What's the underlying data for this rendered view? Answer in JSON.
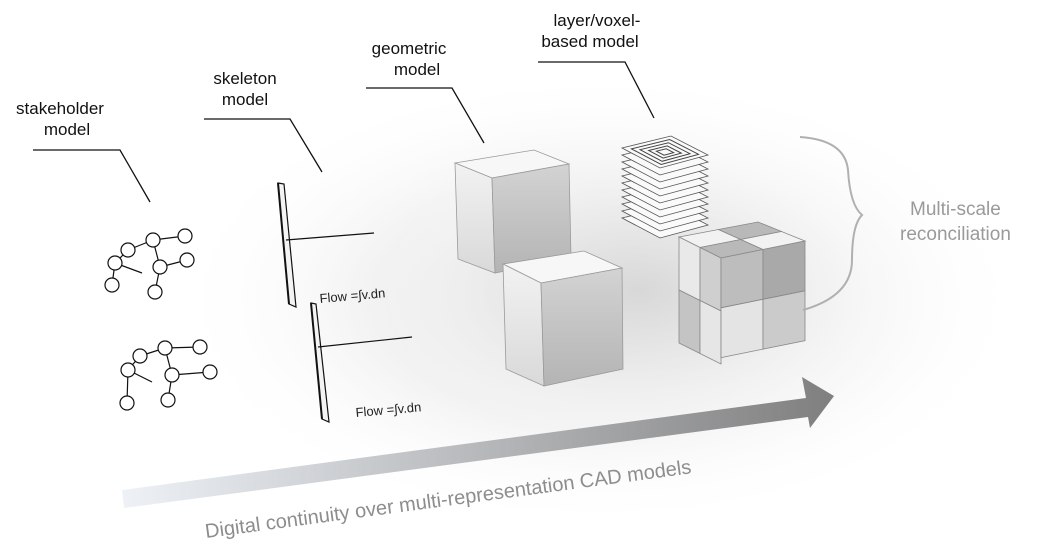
{
  "labels": {
    "stakeholder": [
      "stakeholder",
      "model"
    ],
    "skeleton": [
      "skeleton",
      "model"
    ],
    "geometric": [
      "geometric",
      "model"
    ],
    "layer": [
      "layer/voxel-",
      "based model"
    ]
  },
  "reconciliation": [
    "Multi-scale",
    "reconciliation"
  ],
  "formulas": [
    "Flow =∫v.dn",
    "Flow =∫v.dn"
  ],
  "caption": "Digital continuity over multi-representation CAD models",
  "colors": {
    "arrow_start": "#eef2f7",
    "arrow_end": "#7f7f7f",
    "cube_top": "#f7f7f7",
    "cube_front": "#e9e9e9",
    "cube_side": "#c9c9c9",
    "voxel_dark": "#b9b9b9",
    "voxel_light": "#f2f2f2"
  }
}
